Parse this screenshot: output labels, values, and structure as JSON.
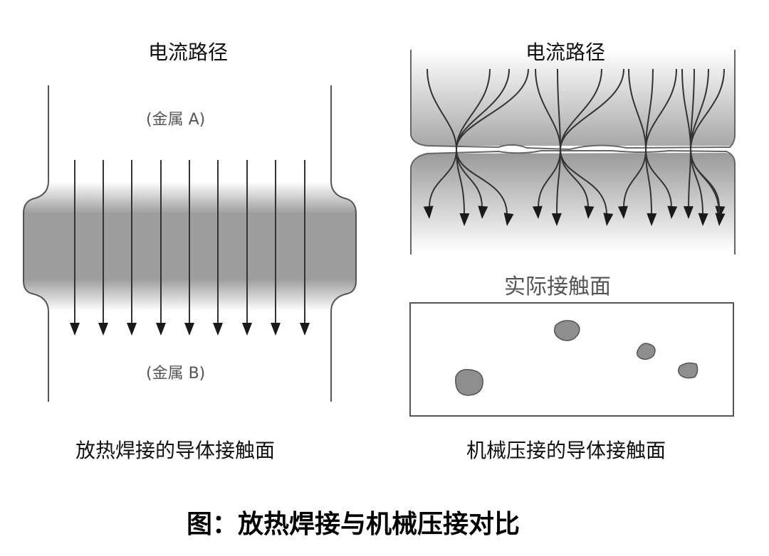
{
  "left_panel": {
    "current_path_label": "电流路径",
    "metal_a_label": "(金属 A)",
    "metal_b_label": "(金属 B)",
    "caption": "放热焊接的导体接触面"
  },
  "right_panel": {
    "current_path_label": "电流路径",
    "actual_contact_label": "实际接触面",
    "caption": "机械压接的导体接触面"
  },
  "figure_caption": "图：放热焊接与机械压接对比",
  "colors": {
    "line": "#333333",
    "fill_gray": "#9a9a9a",
    "blob": "#8a8a8a"
  }
}
